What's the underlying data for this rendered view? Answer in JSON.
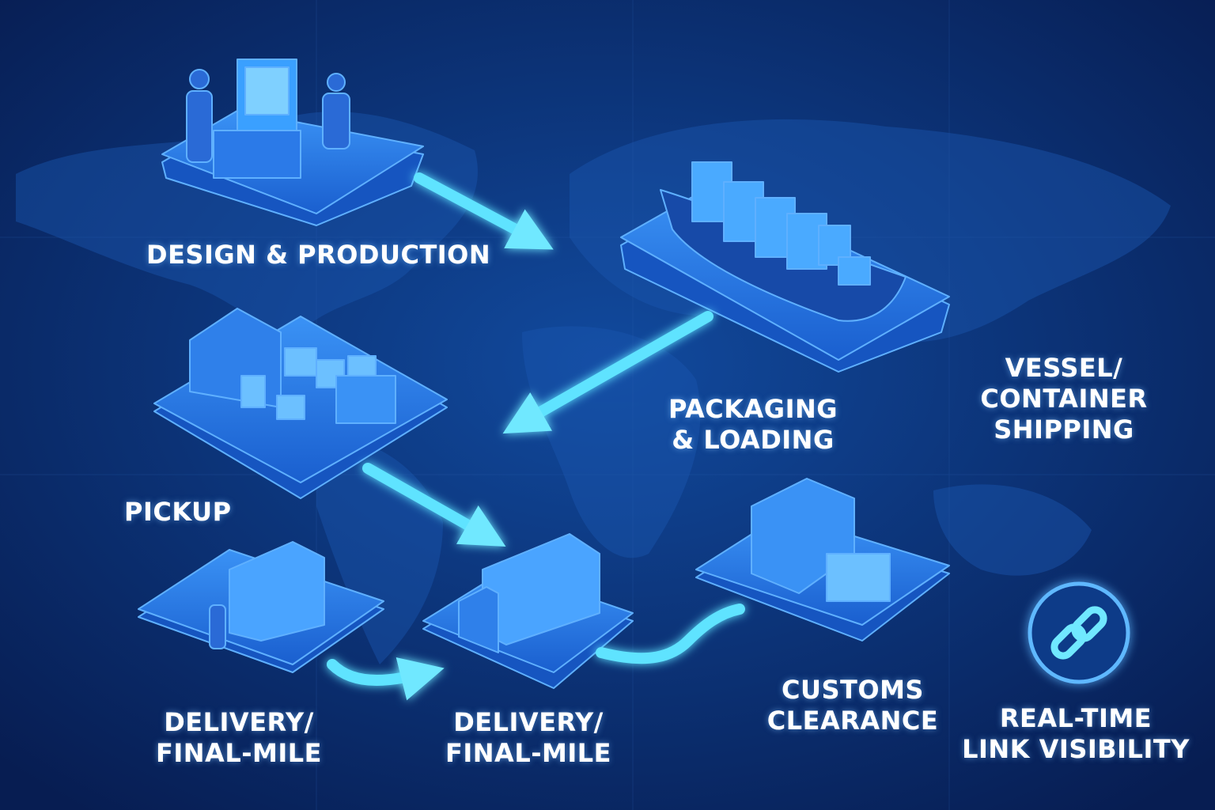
{
  "colors": {
    "background": "#0a2a6a",
    "platform": "#1f6fe0",
    "platform_top": "#2f86f0",
    "arrow": "#5fe3ff"
  },
  "stages": {
    "design": {
      "line1": "DESIGN & PRODUCTION"
    },
    "packaging": {
      "line1": "PACKAGING",
      "line2": "& LOADING"
    },
    "vessel": {
      "line1": "VESSEL/",
      "line2": "CONTAINER",
      "line3": "SHIPPING"
    },
    "pickup": {
      "line1": "PICKUP"
    },
    "delivery_left": {
      "line1": "DELIVERY/",
      "line2": "FINAL-MILE"
    },
    "delivery_mid": {
      "line1": "DELIVERY/",
      "line2": "FINAL-MILE"
    },
    "customs": {
      "line1": "CUSTOMS",
      "line2": "CLEARANCE"
    },
    "visibility": {
      "line1": "REAL-TIME",
      "line2": "LINK VISIBILITY",
      "icon": "link-icon"
    }
  }
}
